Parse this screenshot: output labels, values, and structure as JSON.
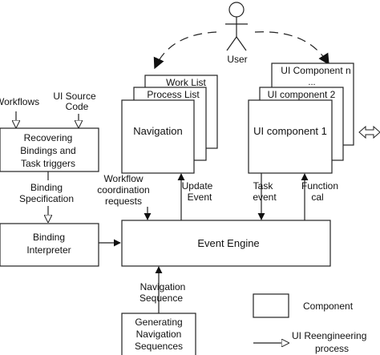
{
  "actor": {
    "label": "User"
  },
  "inputs": {
    "workflows": "Workflows",
    "ui_source_code": [
      "UI Source",
      "Code"
    ]
  },
  "recovering": [
    "Recovering",
    "Bindings and",
    "Task triggers"
  ],
  "binding_spec": [
    "Binding",
    "Specification"
  ],
  "binding_interpreter": [
    "Binding",
    "Interpreter"
  ],
  "navigation_stack": {
    "back": "Work List",
    "middle": "Process List",
    "front": "Navigation"
  },
  "ui_stack": {
    "back": "UI Component n",
    "ellipsis": "...",
    "middle": "UI component 2",
    "front": "UI component 1"
  },
  "event_engine": "Event Engine",
  "labels": {
    "workflow_requests": [
      "Workflow",
      "coordination",
      "requests"
    ],
    "update_event": [
      "Update",
      "Event"
    ],
    "task_event": [
      "Task",
      "event"
    ],
    "function_call": [
      "Function",
      "cal"
    ],
    "navigation_sequence": [
      "Navigation",
      "Sequence"
    ]
  },
  "generating": [
    "Generating",
    "Navigation",
    "Sequences"
  ],
  "legend": {
    "component": "Component",
    "process": [
      "UI Reengineering",
      "process"
    ]
  }
}
